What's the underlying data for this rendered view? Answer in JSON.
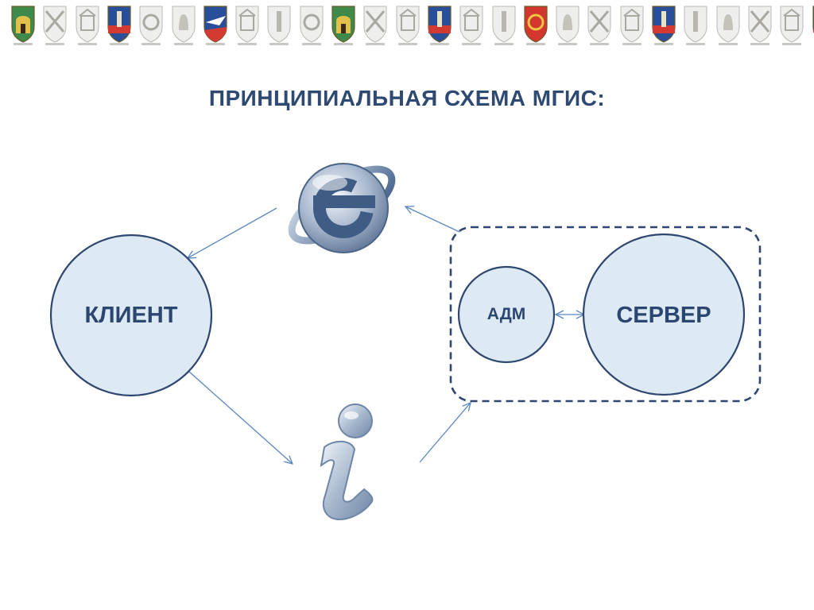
{
  "slide": {
    "title": "ПРИНЦИПИАЛЬНАЯ СХЕМА МГИС:"
  },
  "header_strip": {
    "crests": [
      {
        "icon": "crest-green-gate-icon",
        "colored": true
      },
      {
        "icon": "crest-grey-arrows-icon",
        "colored": false
      },
      {
        "icon": "crest-grey-building-icon",
        "colored": false
      },
      {
        "icon": "crest-blue-red-tower-icon",
        "colored": true
      },
      {
        "icon": "crest-grey-circle-icon",
        "colored": false
      },
      {
        "icon": "crest-grey-bell-icon",
        "colored": false
      },
      {
        "icon": "crest-blue-bird-icon",
        "colored": true
      },
      {
        "icon": "crest-grey-building-icon",
        "colored": false
      },
      {
        "icon": "crest-grey-tower-icon",
        "colored": false
      },
      {
        "icon": "crest-grey-circle-icon",
        "colored": false
      },
      {
        "icon": "crest-green-gate-icon",
        "colored": true
      },
      {
        "icon": "crest-grey-arrows-icon",
        "colored": false
      },
      {
        "icon": "crest-grey-building-icon",
        "colored": false
      },
      {
        "icon": "crest-blue-red-tower-icon",
        "colored": true
      },
      {
        "icon": "crest-grey-building-icon",
        "colored": false
      },
      {
        "icon": "crest-grey-tower-icon",
        "colored": false
      },
      {
        "icon": "crest-red-gold-circle-icon",
        "colored": true
      },
      {
        "icon": "crest-grey-bell-icon",
        "colored": false
      },
      {
        "icon": "crest-grey-arrows-icon",
        "colored": false
      },
      {
        "icon": "crest-grey-building-icon",
        "colored": false
      },
      {
        "icon": "crest-blue-red-tower-icon",
        "colored": true
      },
      {
        "icon": "crest-grey-tower-icon",
        "colored": false
      },
      {
        "icon": "crest-grey-bell-icon",
        "colored": false
      },
      {
        "icon": "crest-grey-arrows-icon",
        "colored": false
      },
      {
        "icon": "crest-grey-building-icon",
        "colored": false
      },
      {
        "icon": "crest-blue-bird-icon",
        "colored": true
      }
    ]
  },
  "nodes": {
    "client": {
      "label": "КЛИЕНТ"
    },
    "adm": {
      "label": "АДМ"
    },
    "server": {
      "label": "СЕРВЕР"
    },
    "browser": {
      "icon": "internet-explorer-icon"
    },
    "info": {
      "icon": "info-icon"
    }
  },
  "colors": {
    "title": "#2e4a72",
    "node_fill": "#deeaf3",
    "node_stroke": "#2e4670",
    "arrow": "#5b87c0",
    "group_border": "#2e4670"
  }
}
